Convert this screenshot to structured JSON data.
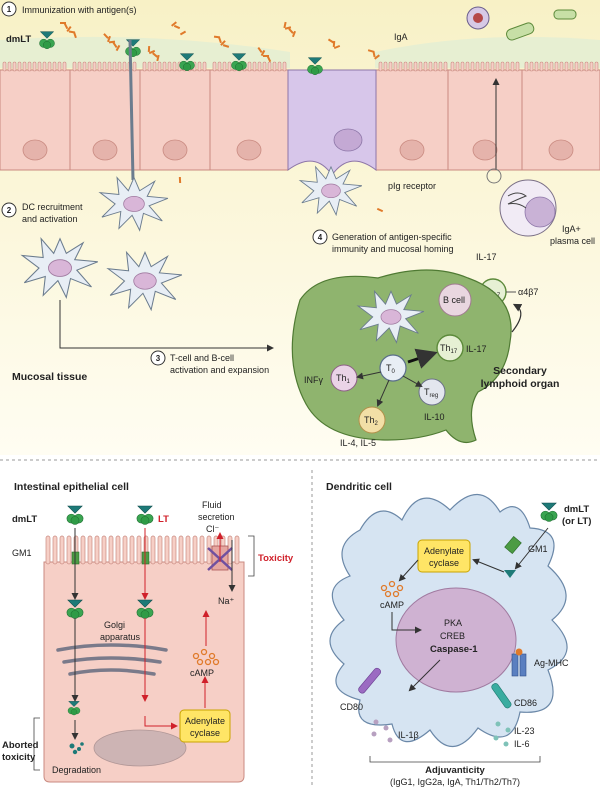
{
  "panel_top": {
    "steps": [
      {
        "number": "1",
        "text": "Immunization with antigen(s)"
      },
      {
        "number": "2",
        "text_line1": "DC recruitment",
        "text_line2": "and activation"
      },
      {
        "number": "3",
        "text_line1": "T-cell and B-cell",
        "text_line2": "activation and expansion"
      },
      {
        "number": "4",
        "text_line1": "Generation of antigen-specific",
        "text_line2": "immunity and mucosal homing"
      }
    ],
    "labels": {
      "dmlt": "dmLT",
      "iga": "IgA",
      "pig_receptor": "pIg receptor",
      "iga_plasma_line1": "IgA+",
      "iga_plasma_line2": "plasma cell",
      "il17_a": "IL-17",
      "th17_a": "Th",
      "th17_a_sub": "17",
      "alpha4b7": "α4β7",
      "b_cell": "B cell",
      "th17_b": "Th",
      "th17_b_sub": "17",
      "il17_b": "IL-17",
      "t0": "T",
      "t0_sub": "0",
      "th1": "Th",
      "th1_sub": "1",
      "infg": "INFγ",
      "th2": "Th",
      "th2_sub": "2",
      "il4_il5": "IL-4, IL-5",
      "treg": "T",
      "treg_sub": "reg",
      "il10": "IL-10",
      "mucosal_tissue": "Mucosal tissue",
      "secondary_line1": "Secondary",
      "secondary_line2": "lymphoid organ"
    }
  },
  "panel_epithelial": {
    "title": "Intestinal epithelial cell",
    "dmlt": "dmLT",
    "lt": "LT",
    "gm1": "GM1",
    "fluid_line1": "Fluid",
    "fluid_line2": "secretion",
    "cl": "Cl⁻",
    "toxicity": "Toxicity",
    "golgi_line1": "Golgi",
    "golgi_line2": "apparatus",
    "na": "Na⁺",
    "camp": "cAMP",
    "adenylate_line1": "Adenylate",
    "adenylate_line2": "cyclase",
    "aborted_line1": "Aborted",
    "aborted_line2": "toxicity",
    "degradation": "Degradation"
  },
  "panel_dendritic": {
    "title": "Dendritic cell",
    "dmlt_line1": "dmLT",
    "dmlt_line2": "(or LT)",
    "gm1": "GM1",
    "adenylate_line1": "Adenylate",
    "adenylate_line2": "cyclase",
    "camp": "cAMP",
    "pka": "PKA",
    "creb": "CREB",
    "caspase": "Caspase-1",
    "cd80": "CD80",
    "il1b": "IL-1β",
    "ag_mhc": "Ag-MHC",
    "cd86": "CD86",
    "il23": "IL-23",
    "il6": "IL-6",
    "adjuvanticity": "Adjuvanticity",
    "adjuvanticity_detail": "(IgG1, IgG2a, IgA, Th1/Th2/Th7)"
  },
  "colors": {
    "epithelium": "#f6cfc6",
    "epithelium_stroke": "#c98a80",
    "mucus": "#e7efd2",
    "lymph_organ": "#8fb46e",
    "dc_cell": "#d6e4f2",
    "highlight_box": "#ffe566",
    "toxicity_red": "#d0202a",
    "toxin_green": "#2f9b46"
  }
}
